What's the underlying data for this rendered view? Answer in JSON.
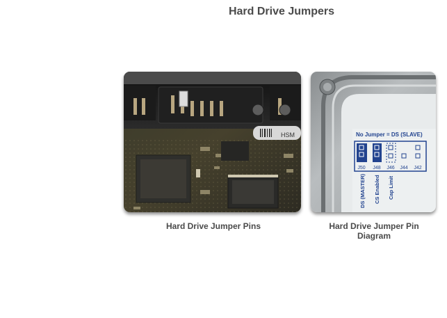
{
  "page": {
    "title": "Hard Drive Jumpers"
  },
  "figures": [
    {
      "caption": "Hard Drive Jumper Pins",
      "image": "circuit-board-photo",
      "label_text": "HSM"
    },
    {
      "caption": "Hard Drive Jumper Pin Diagram",
      "image": "jumper-diagram-photo",
      "diagram": {
        "header": "No Jumper = DS (SLAVE)",
        "pin_labels": [
          "J50",
          "J48",
          "J46",
          "J44",
          "J42"
        ],
        "vertical_labels": [
          "DS (MASTER)",
          "CS Enabled",
          "Cap Limit"
        ]
      }
    }
  ],
  "colors": {
    "diagram_blue": "#22438f",
    "plate_silver": "#c8ccce"
  }
}
